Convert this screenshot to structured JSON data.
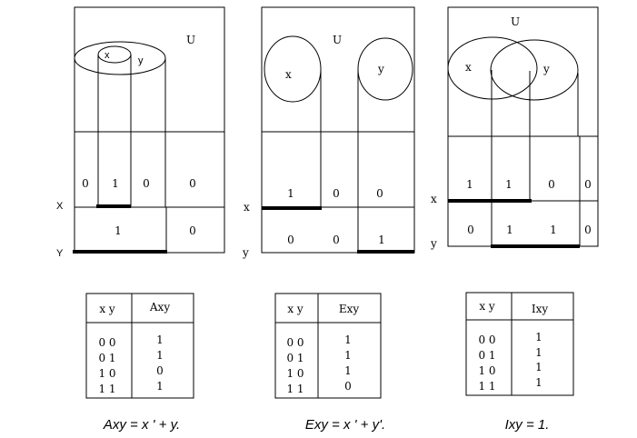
{
  "universe_label": "U",
  "panels": [
    {
      "id": "and",
      "set_labels": [
        "x",
        "y"
      ],
      "row_labels": [
        "X",
        "Y"
      ],
      "row1_cells": [
        "0",
        "1",
        "0",
        "0"
      ],
      "row2_cells": [
        "1",
        "0"
      ],
      "table": {
        "headers": [
          "x y",
          "Axy"
        ],
        "rows": [
          [
            "0 0",
            "1"
          ],
          [
            "0 1",
            "1"
          ],
          [
            "1 0",
            "0"
          ],
          [
            "1 1",
            "1"
          ]
        ]
      },
      "caption": "Axy = x ' + y."
    },
    {
      "id": "excl",
      "set_labels": [
        "x",
        "y"
      ],
      "row_labels": [
        "x",
        "y"
      ],
      "row1_cells": [
        "1",
        "0",
        "0"
      ],
      "row2_cells": [
        "0",
        "0",
        "1"
      ],
      "table": {
        "headers": [
          "x y",
          "Exy"
        ],
        "rows": [
          [
            "0 0",
            "1"
          ],
          [
            "0 1",
            "1"
          ],
          [
            "1 0",
            "1"
          ],
          [
            "1 1",
            "0"
          ]
        ]
      },
      "caption": "Exy = x ' + y'."
    },
    {
      "id": "incl",
      "set_labels": [
        "x",
        "y"
      ],
      "row_labels": [
        "x",
        "y"
      ],
      "row1_cells": [
        "1",
        "1",
        "0",
        "0"
      ],
      "row2_cells": [
        "0",
        "1",
        "1",
        "0"
      ],
      "table": {
        "headers": [
          "x y",
          "Ixy"
        ],
        "rows": [
          [
            "0 0",
            "1"
          ],
          [
            "0 1",
            "1"
          ],
          [
            "1 0",
            "1"
          ],
          [
            "1 1",
            "1"
          ]
        ]
      },
      "caption": "Ixy = 1."
    }
  ]
}
